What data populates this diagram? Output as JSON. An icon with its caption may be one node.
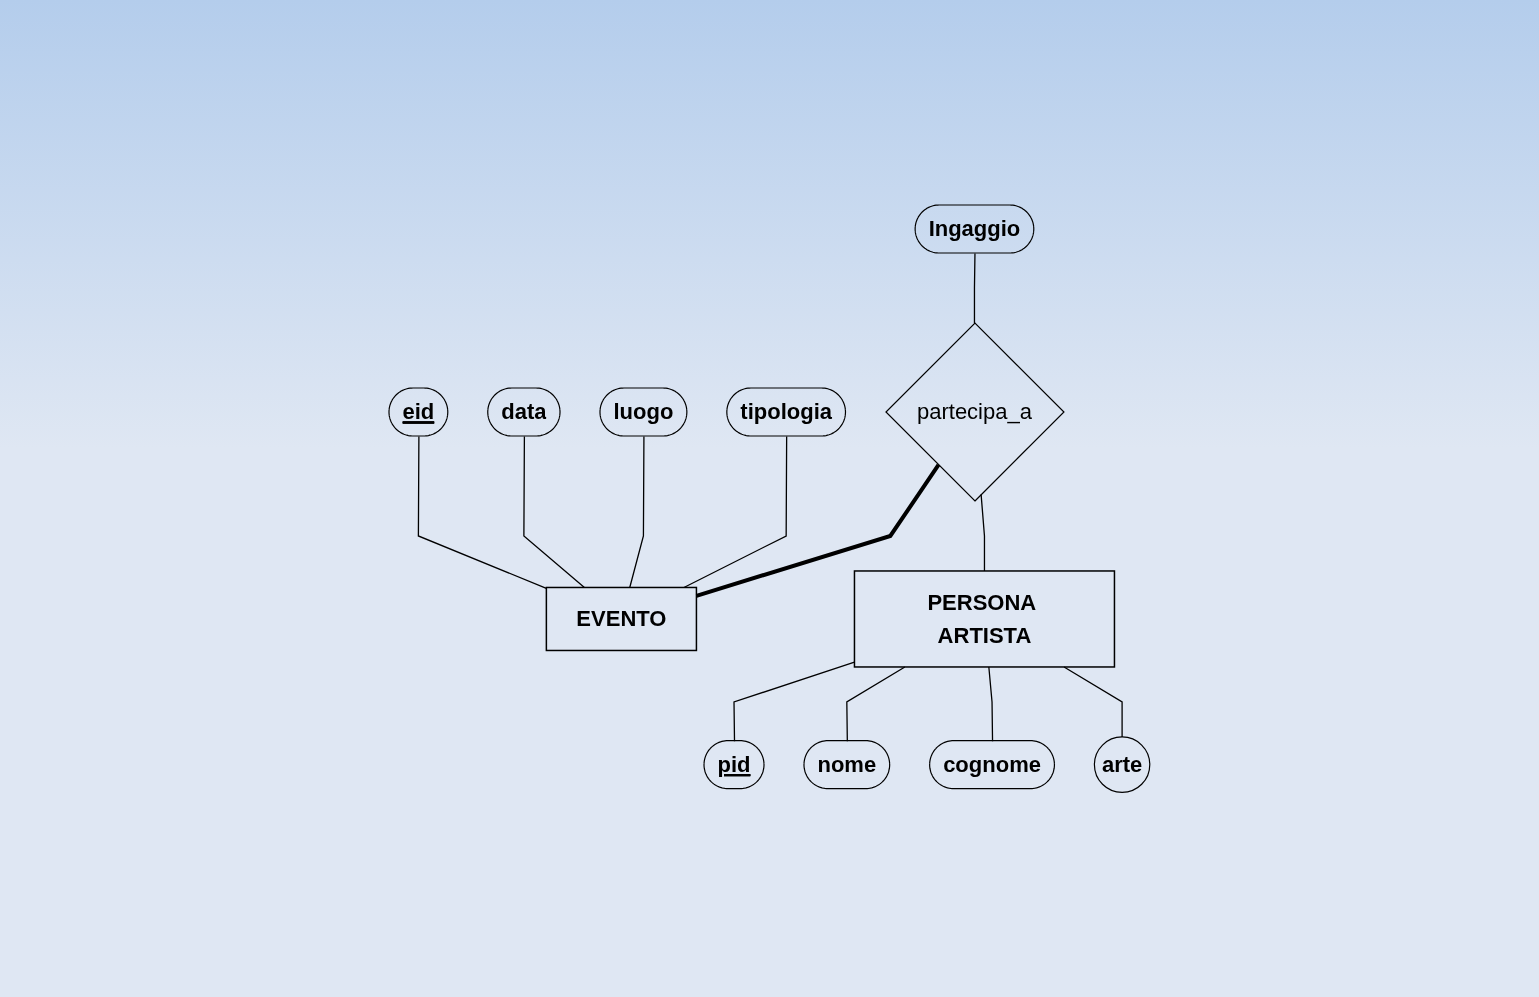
{
  "diagram": {
    "nodes": [
      {
        "text": [
          "eid"
        ]
      },
      {
        "text": [
          "data"
        ]
      },
      {
        "text": [
          "luogo"
        ]
      },
      {
        "text": [
          "tipologia"
        ]
      },
      {
        "text": [
          "EVENTO"
        ]
      },
      {
        "text": [
          "Ingaggio"
        ]
      },
      {
        "text": [
          "partecipa_a"
        ]
      },
      {
        "text": [
          "PERSONA ARTISTA"
        ]
      },
      {
        "text": [
          "pid"
        ]
      },
      {
        "text": [
          "nome"
        ]
      },
      {
        "text": [
          "cognome"
        ]
      },
      {
        "text": [
          "arte"
        ]
      }
    ],
    "edges": [
      {
        "from": 0,
        "to": 4,
        "arrow": "none"
      },
      {
        "from": 1,
        "to": 4,
        "arrow": "none"
      },
      {
        "from": 2,
        "to": 4,
        "arrow": "none"
      },
      {
        "from": 3,
        "to": 4,
        "arrow": "none"
      },
      {
        "from": 5,
        "to": 6,
        "arrow": "none"
      },
      {
        "from": 6,
        "to": 4,
        "arrow": "none",
        "style": "thick"
      },
      {
        "from": 6,
        "to": 7,
        "arrow": "none"
      },
      {
        "from": 7,
        "to": 8,
        "arrow": "none"
      },
      {
        "from": 7,
        "to": 9,
        "arrow": "none"
      },
      {
        "from": 7,
        "to": 10,
        "arrow": "none"
      },
      {
        "from": 7,
        "to": 11,
        "arrow": "none"
      }
    ]
  }
}
